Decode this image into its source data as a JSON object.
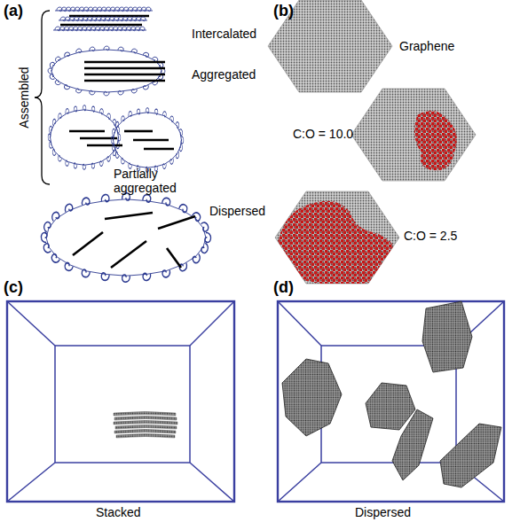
{
  "diagram": {
    "labels": [
      "(a)",
      "Assembled",
      "Intercalated",
      "Aggregated",
      "Partially aggregated",
      "Dispersed",
      "(b)",
      "Graphene",
      "C:O = 10.0",
      "C:O = 2.5",
      "(c)",
      "(d)",
      "Stacked",
      "Dispersed"
    ]
  }
}
